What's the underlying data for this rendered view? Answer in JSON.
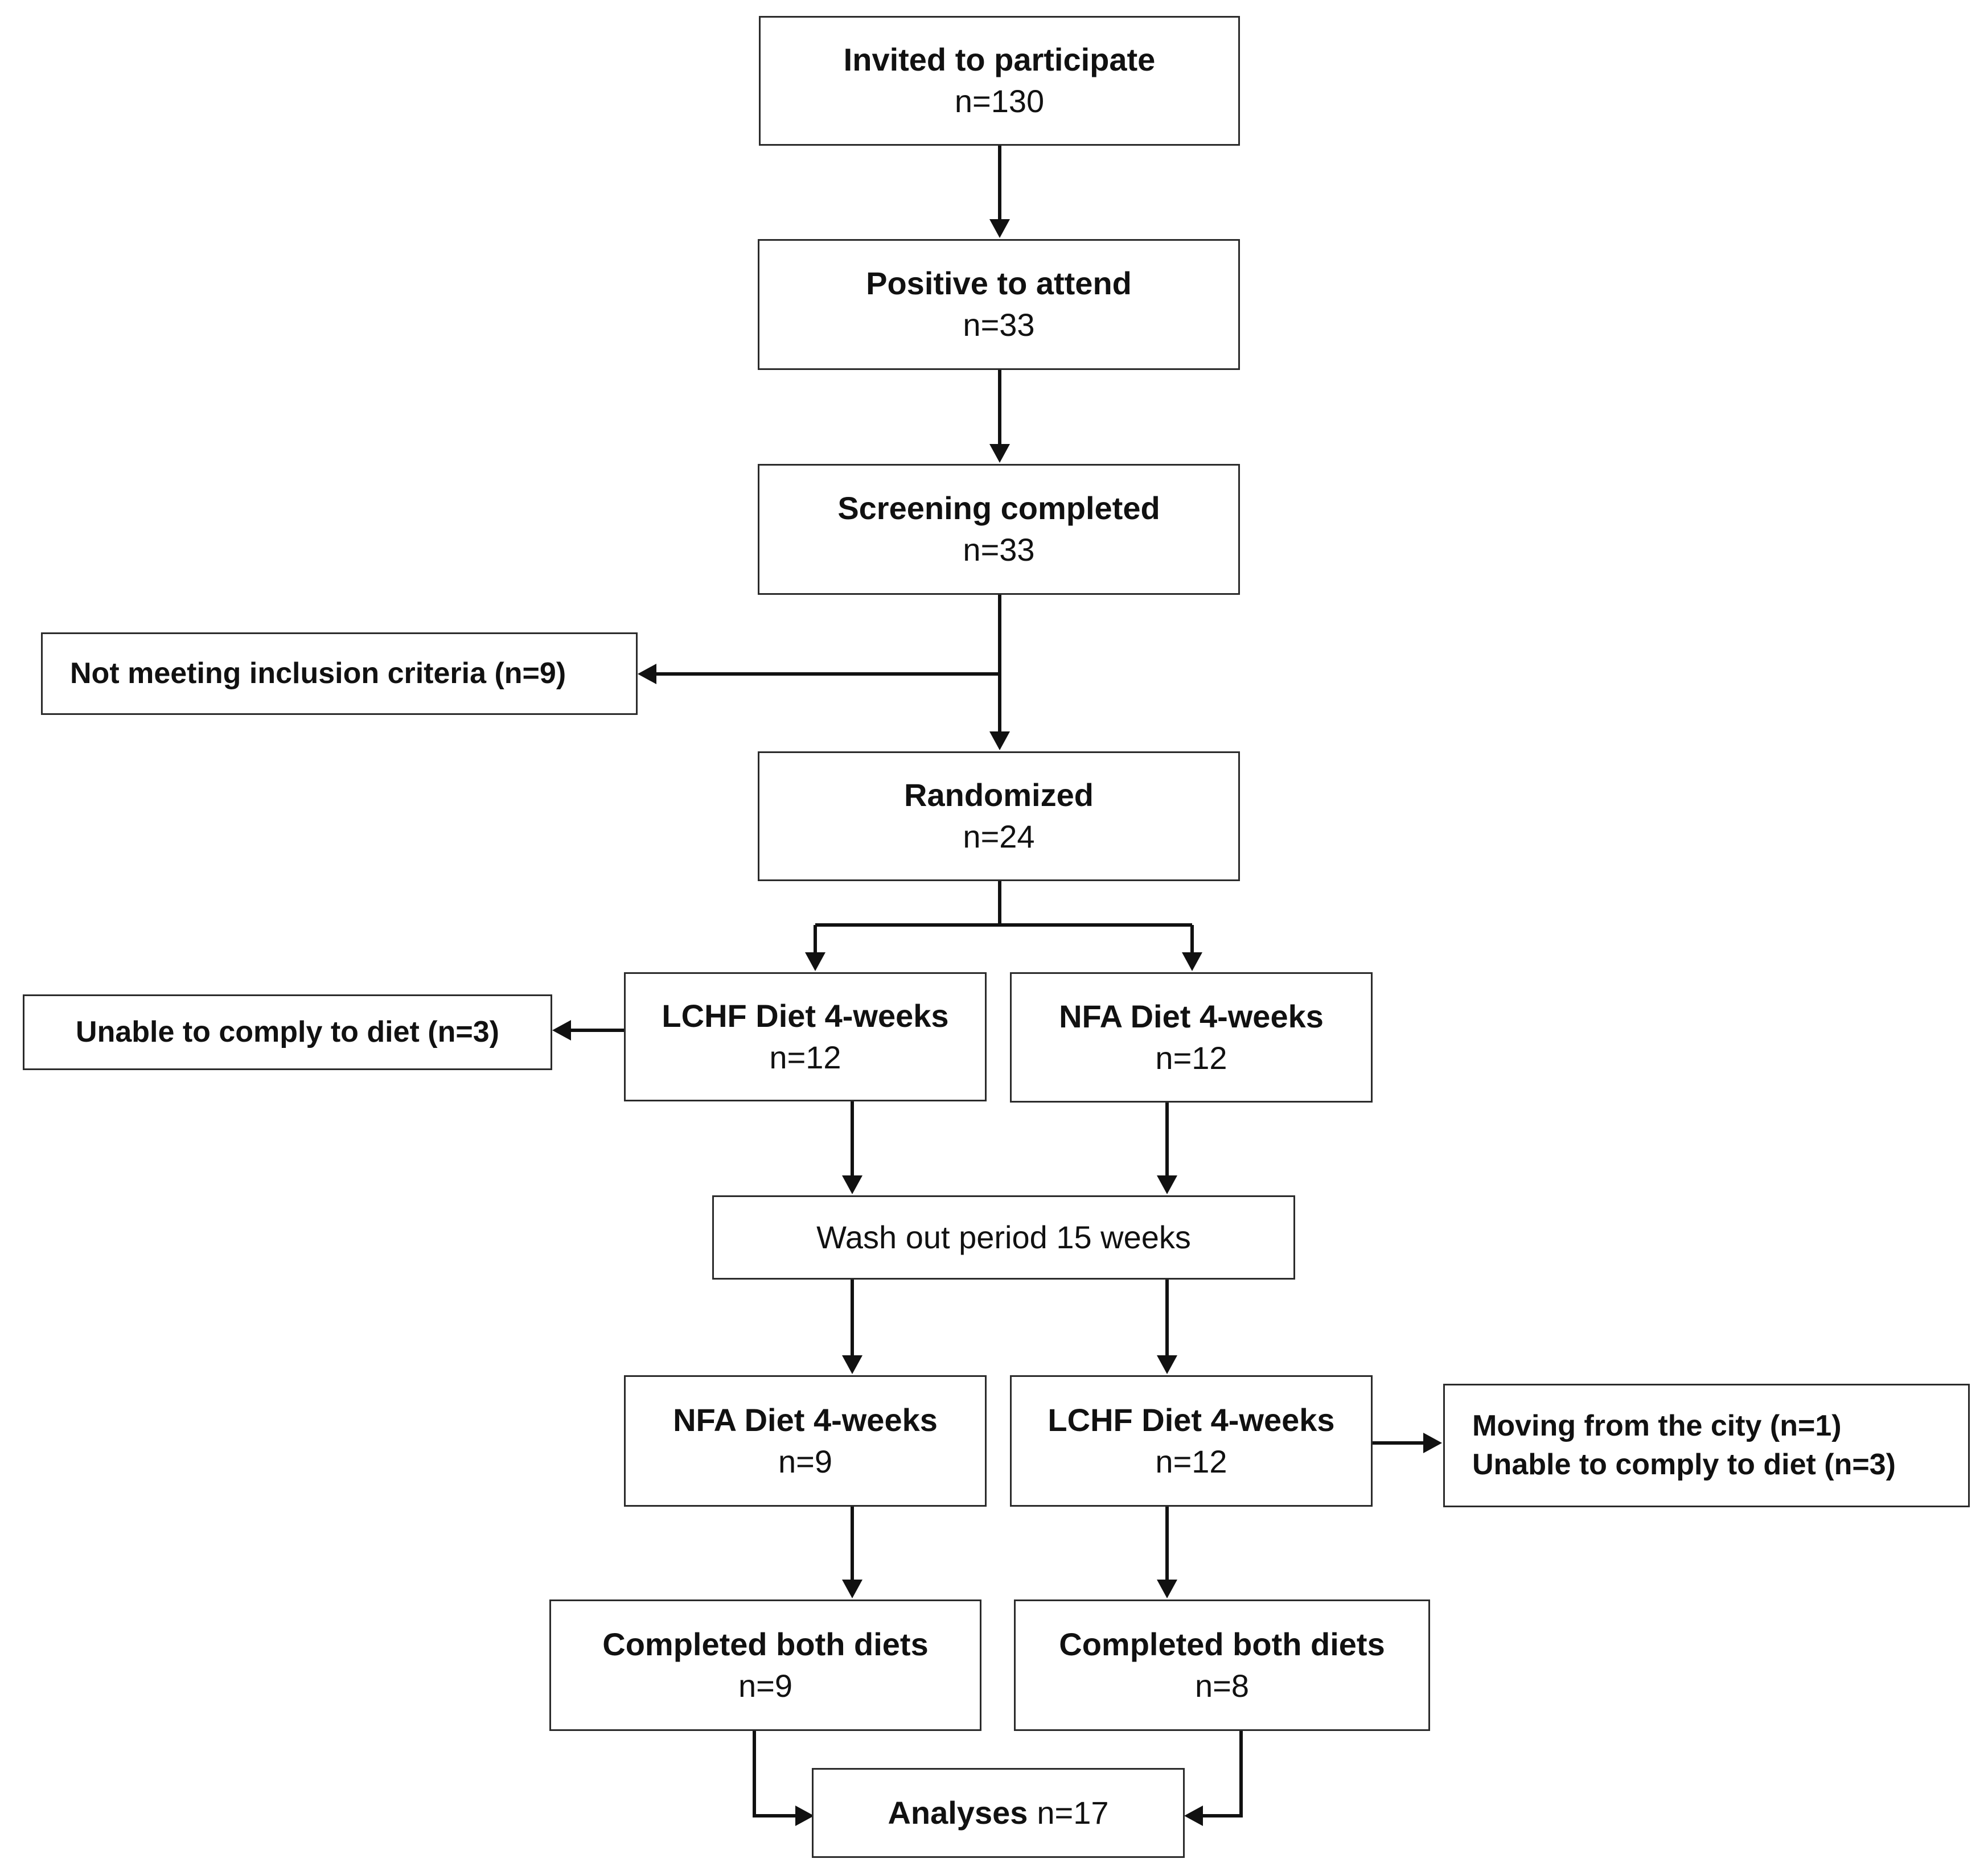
{
  "boxes": {
    "invited": {
      "title": "Invited to participate",
      "count": "n=130"
    },
    "positive": {
      "title": "Positive to attend",
      "count": "n=33"
    },
    "screening": {
      "title": "Screening completed",
      "count": "n=33"
    },
    "not_meeting": {
      "text": "Not meeting inclusion criteria (n=9)"
    },
    "randomized": {
      "title": "Randomized",
      "count": "n=24"
    },
    "unable_first": {
      "text": "Unable to comply to diet (n=3)"
    },
    "lchf_first": {
      "title": "LCHF Diet 4-weeks",
      "count": "n=12"
    },
    "nfa_first": {
      "title": "NFA Diet 4-weeks",
      "count": "n=12"
    },
    "washout": {
      "text": "Wash out period 15 weeks"
    },
    "nfa_second": {
      "title": "NFA Diet 4-weeks",
      "count": "n=9"
    },
    "lchf_second": {
      "title": "LCHF Diet 4-weeks",
      "count": "n=12"
    },
    "dropout_second": {
      "line1": "Moving from the city (n=1)",
      "line2": "Unable to comply to diet (n=3)"
    },
    "completed_left": {
      "title": "Completed both diets",
      "count": "n=9"
    },
    "completed_right": {
      "title": "Completed both diets",
      "count": "n=8"
    },
    "analyses": {
      "title": "Analyses",
      "count": "n=17"
    }
  },
  "colors": {
    "line": "#111111",
    "border": "#2b2b2b",
    "text": "#111111"
  }
}
